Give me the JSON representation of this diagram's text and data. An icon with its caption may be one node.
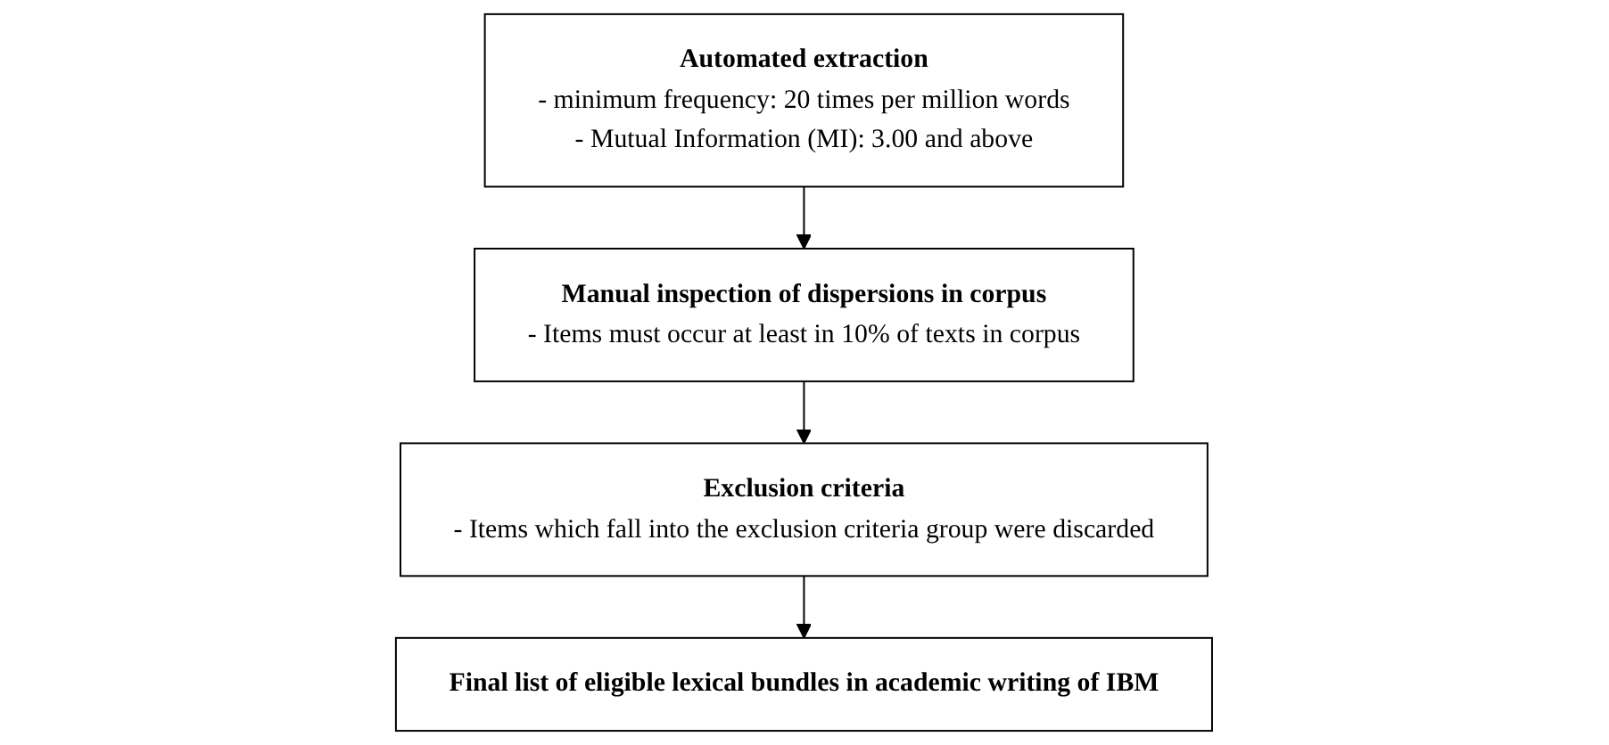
{
  "diagram": {
    "nodes": [
      {
        "text": [
          "Automated extraction",
          "- minimum frequency: 20 times per million words",
          "- Mutual Information (MI): 3.00 and above"
        ]
      },
      {
        "text": [
          "Manual inspection of dispersions in corpus",
          "- Items must occur at least in 10% of texts in corpus"
        ]
      },
      {
        "text": [
          "Exclusion criteria",
          "- Items which fall into the exclusion criteria group were discarded"
        ]
      },
      {
        "text": [
          "Final list of eligible lexical bundles in academic writing of IBM"
        ]
      }
    ],
    "edges": [
      {
        "from": 0,
        "to": 1,
        "arrow": "to"
      },
      {
        "from": 1,
        "to": 2,
        "arrow": "to"
      },
      {
        "from": 2,
        "to": 3,
        "arrow": "to"
      }
    ]
  }
}
